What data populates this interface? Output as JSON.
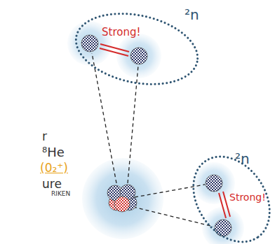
{
  "diagram": {
    "nodes": [
      {
        "text": [
          "²n",
          "Strong!"
        ]
      },
      {
        "text": [
          "²n",
          "Strong!"
        ]
      }
    ],
    "labels": [
      "r",
      "⁸He",
      "(0₂⁺)",
      "ure",
      "RIKEN"
    ]
  }
}
